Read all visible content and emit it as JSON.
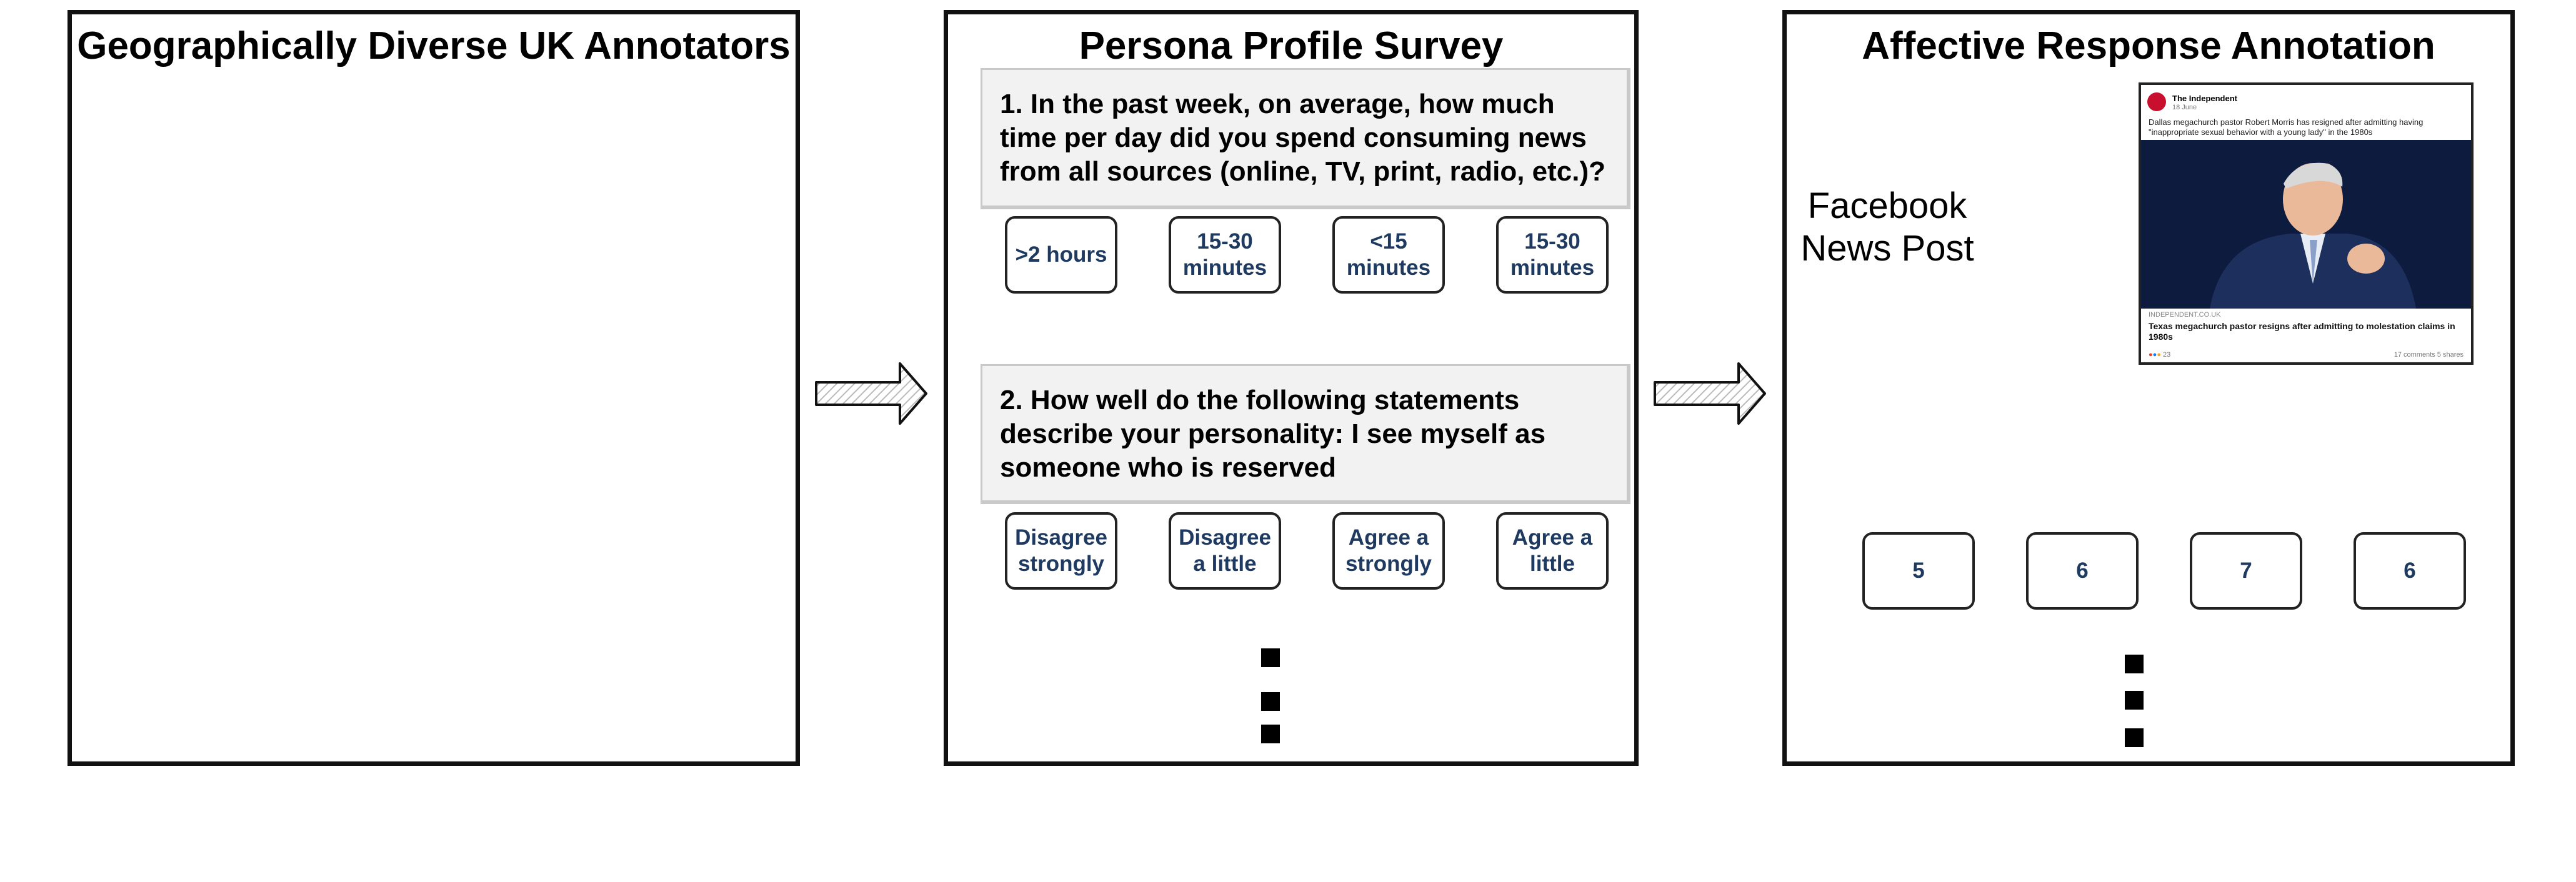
{
  "panel1": {
    "title": "Geographically Diverse UK Annotators"
  },
  "panel2": {
    "title": "Persona Profile Survey",
    "q1": "1. In the past week, on average, how much time per day did you spend consuming news from all sources (online, TV, print, radio, etc.)?",
    "q1_answers": [
      ">2 hours",
      "15-30 minutes",
      "<15 minutes",
      "15-30 minutes"
    ],
    "q2": "2. How well do the following statements describe your personality: I see myself as someone who is reserved",
    "q2_answers": [
      "Disagree strongly",
      "Disagree a little",
      "Agree a strongly",
      "Agree a little"
    ]
  },
  "panel3": {
    "title": "Affective Response Annotation",
    "post_label": "Facebook News Post",
    "ratings": [
      "5",
      "6",
      "7",
      "6"
    ],
    "post": {
      "page_name": "The Independent",
      "date": "18 June",
      "caption": "Dallas megachurch pastor Robert Morris has resigned after admitting having \"inappropriate sexual behavior with a young lady\" in the 1980s",
      "source": "INDEPENDENT.CO.UK",
      "headline": "Texas megachurch pastor resigns after admitting to molestation claims in 1980s",
      "reaction_count": "23",
      "comments": "17 comments",
      "shares": "5 shares"
    }
  },
  "colors": {
    "map_blue": "#0b6fb8",
    "bubble_text": "#1f3a60"
  }
}
